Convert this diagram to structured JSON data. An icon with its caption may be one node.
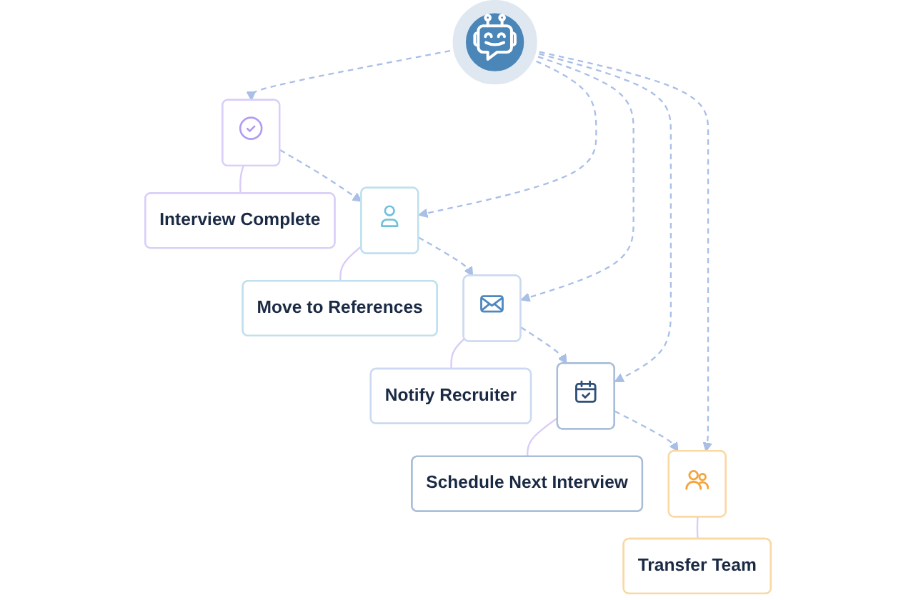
{
  "diagram": {
    "nodes": [
      {
        "text": [],
        "shape": "circle"
      },
      {
        "text": [],
        "shape": "box"
      },
      {
        "text": [],
        "shape": "box"
      },
      {
        "text": [],
        "shape": "box"
      },
      {
        "text": [],
        "shape": "box"
      },
      {
        "text": [],
        "shape": "box"
      },
      {
        "text": [
          "Interview Complete"
        ]
      },
      {
        "text": [
          "Move to References"
        ]
      },
      {
        "text": [
          "Notify Recruiter"
        ]
      },
      {
        "text": [
          "Schedule Next Interview"
        ]
      },
      {
        "text": [
          "Transfer Team"
        ]
      }
    ],
    "edges": [
      {
        "from": 0,
        "to": 1,
        "arrow": "to",
        "style": "dashed"
      },
      {
        "from": 0,
        "to": 2,
        "arrow": "to",
        "style": "dashed"
      },
      {
        "from": 0,
        "to": 3,
        "arrow": "to",
        "style": "dashed"
      },
      {
        "from": 0,
        "to": 4,
        "arrow": "to",
        "style": "dashed"
      },
      {
        "from": 0,
        "to": 5,
        "arrow": "to",
        "style": "dashed"
      },
      {
        "from": 1,
        "to": 6,
        "arrow": "none",
        "color": "#d8cbf7"
      },
      {
        "from": 1,
        "to": 2,
        "arrow": "to",
        "style": "dashed"
      },
      {
        "from": 2,
        "to": 7,
        "arrow": "none",
        "color": "#d8cbf7"
      },
      {
        "from": 2,
        "to": 3,
        "arrow": "to",
        "style": "dashed"
      },
      {
        "from": 3,
        "to": 8,
        "arrow": "none",
        "color": "#d8cbf7"
      },
      {
        "from": 3,
        "to": 4,
        "arrow": "to",
        "style": "dashed"
      },
      {
        "from": 4,
        "to": 9,
        "arrow": "none",
        "color": "#d8cbf7"
      },
      {
        "from": 4,
        "to": 5,
        "arrow": "to",
        "style": "dashed"
      },
      {
        "from": 5,
        "to": 10,
        "arrow": "none",
        "color": "#d8cbf7"
      }
    ]
  }
}
